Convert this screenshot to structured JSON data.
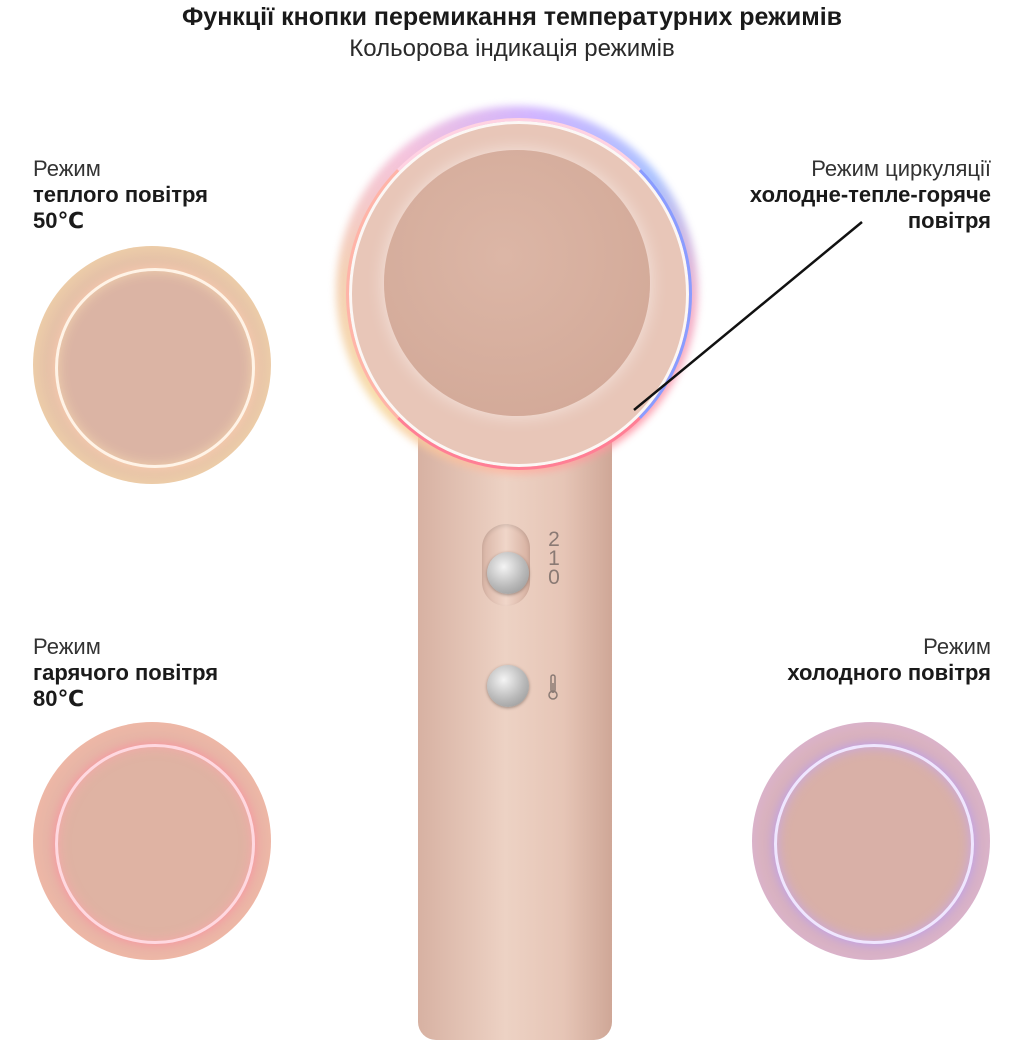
{
  "header": {
    "title": "Функції кнопки перемикання температурних режимів",
    "subtitle": "Кольорова індикація режимів"
  },
  "modes": {
    "warm": {
      "line1": "Режим",
      "line2": "теплого повітря",
      "line3": "50℃"
    },
    "circulation": {
      "line1": "Режим циркуляції",
      "line2": "холодне-тепле-горяче",
      "line3": "повітря"
    },
    "hot": {
      "line1": "Режим",
      "line2": "гарячого повітря",
      "line3": "80℃"
    },
    "cold": {
      "line1": "Режим",
      "line2": "холодного повітря"
    }
  },
  "dryer": {
    "speed_marks": [
      "2",
      "1",
      "0"
    ]
  },
  "colors": {
    "warm_glow": "#f4d8a8",
    "hot_glow": "#ff90a0",
    "cold_glow": "#b79cff",
    "body": "#e8c6b8"
  }
}
